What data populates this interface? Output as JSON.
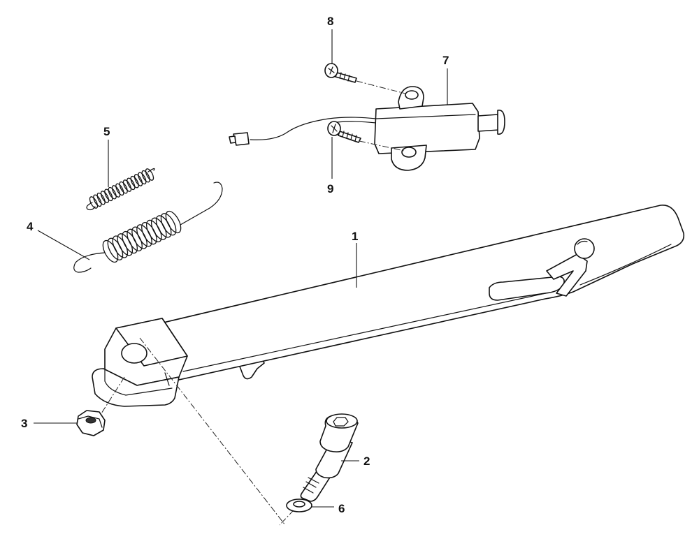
{
  "colors": {
    "line": "#111111",
    "background": "#ffffff"
  },
  "callouts": [
    {
      "id": "1",
      "label": "1"
    },
    {
      "id": "2",
      "label": "2"
    },
    {
      "id": "3",
      "label": "3"
    },
    {
      "id": "4",
      "label": "4"
    },
    {
      "id": "5",
      "label": "5"
    },
    {
      "id": "6",
      "label": "6"
    },
    {
      "id": "7",
      "label": "7"
    },
    {
      "id": "8",
      "label": "8"
    },
    {
      "id": "9",
      "label": "9"
    }
  ]
}
